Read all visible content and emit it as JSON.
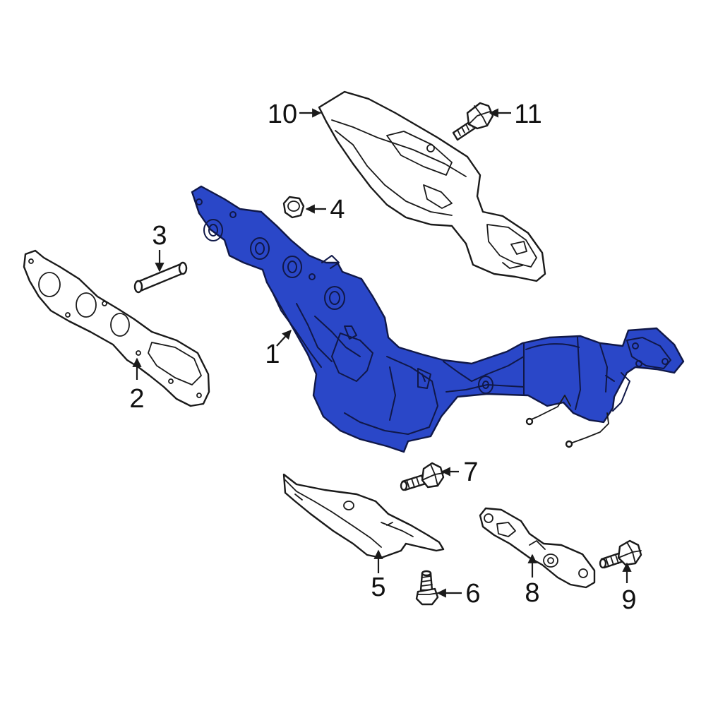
{
  "diagram": {
    "highlight_color": "#2a47c8",
    "highlight_dark": "#1a2f9a",
    "line_color": "#1a1a1a",
    "callouts": [
      {
        "id": "1",
        "label": "1"
      },
      {
        "id": "2",
        "label": "2"
      },
      {
        "id": "3",
        "label": "3"
      },
      {
        "id": "4",
        "label": "4"
      },
      {
        "id": "5",
        "label": "5"
      },
      {
        "id": "6",
        "label": "6"
      },
      {
        "id": "7",
        "label": "7"
      },
      {
        "id": "8",
        "label": "8"
      },
      {
        "id": "9",
        "label": "9"
      },
      {
        "id": "10",
        "label": "10"
      },
      {
        "id": "11",
        "label": "11"
      }
    ]
  }
}
